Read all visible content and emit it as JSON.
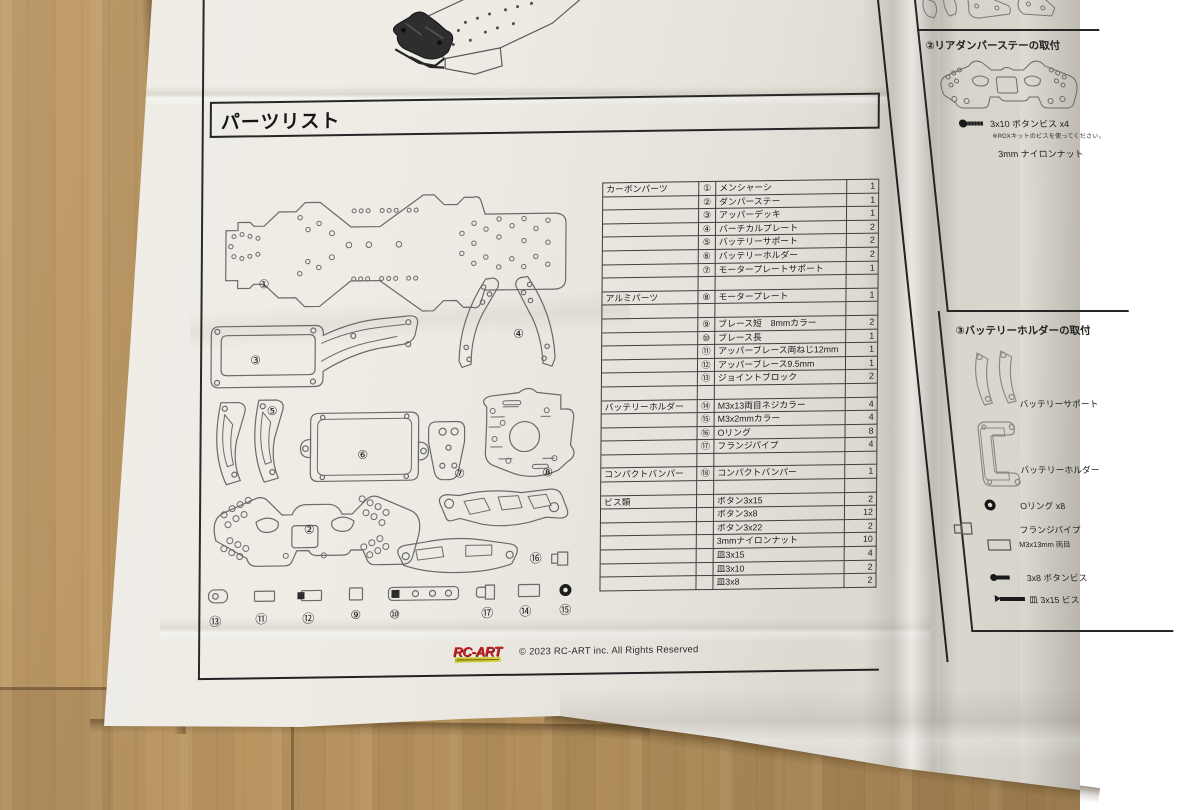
{
  "page": {
    "section_title": "パーツリスト",
    "logo_text": "RC-ART",
    "copyright": "© 2023 RC-ART inc. All Rights Reserved"
  },
  "parts_table": {
    "rows": [
      {
        "cat": "カーボンパーツ",
        "num": "①",
        "name": "メンシャーシ",
        "qty": "1"
      },
      {
        "cat": "",
        "num": "②",
        "name": "ダンパーステー",
        "qty": "1"
      },
      {
        "cat": "",
        "num": "③",
        "name": "アッパーデッキ",
        "qty": "1"
      },
      {
        "cat": "",
        "num": "④",
        "name": "バーチカルプレート",
        "qty": "2"
      },
      {
        "cat": "",
        "num": "⑤",
        "name": "バッテリーサポート",
        "qty": "2"
      },
      {
        "cat": "",
        "num": "⑥",
        "name": "バッテリーホルダー",
        "qty": "2"
      },
      {
        "cat": "",
        "num": "⑦",
        "name": "モータープレートサポート",
        "qty": "1"
      },
      {
        "cat": "",
        "num": "",
        "name": "",
        "qty": ""
      },
      {
        "cat": "アルミパーツ",
        "num": "⑧",
        "name": "モータープレート",
        "qty": "1"
      },
      {
        "cat": "",
        "num": "",
        "name": "",
        "qty": ""
      },
      {
        "cat": "",
        "num": "⑨",
        "name": "ブレース短　8mmカラー",
        "qty": "2"
      },
      {
        "cat": "",
        "num": "⑩",
        "name": "ブレース長",
        "qty": "1"
      },
      {
        "cat": "",
        "num": "⑪",
        "name": "アッパーブレース両ねじ12mm",
        "qty": "1"
      },
      {
        "cat": "",
        "num": "⑫",
        "name": "アッパーブレース9.5mm",
        "qty": "1"
      },
      {
        "cat": "",
        "num": "⑬",
        "name": "ジョイントブロック",
        "qty": "2"
      },
      {
        "cat": "",
        "num": "",
        "name": "",
        "qty": ""
      },
      {
        "cat": "バッテリーホルダー",
        "num": "⑭",
        "name": "M3x13両目ネジカラー",
        "qty": "4"
      },
      {
        "cat": "",
        "num": "⑮",
        "name": "M3x2mmカラー",
        "qty": "4"
      },
      {
        "cat": "",
        "num": "⑯",
        "name": "Oリング",
        "qty": "8"
      },
      {
        "cat": "",
        "num": "⑰",
        "name": "フランジパイプ",
        "qty": "4"
      },
      {
        "cat": "",
        "num": "",
        "name": "",
        "qty": ""
      },
      {
        "cat": "コンパクトバンパー",
        "num": "⑱",
        "name": "コンパクトバンパー",
        "qty": "1"
      },
      {
        "cat": "",
        "num": "",
        "name": "",
        "qty": ""
      },
      {
        "cat": "ビス類",
        "num": "",
        "name": "ボタン3x15",
        "qty": "2"
      },
      {
        "cat": "",
        "num": "",
        "name": "ボタン3x8",
        "qty": "12"
      },
      {
        "cat": "",
        "num": "",
        "name": "ボタン3x22",
        "qty": "2"
      },
      {
        "cat": "",
        "num": "",
        "name": "3mmナイロンナット",
        "qty": "10"
      },
      {
        "cat": "",
        "num": "",
        "name": "皿3x15",
        "qty": "4"
      },
      {
        "cat": "",
        "num": "",
        "name": "皿3x10",
        "qty": "2"
      },
      {
        "cat": "",
        "num": "",
        "name": "皿3x8",
        "qty": "2"
      }
    ]
  },
  "diagram": {
    "labels": {
      "1": "①",
      "2": "②",
      "3": "③",
      "4": "④",
      "5": "⑤",
      "6": "⑥",
      "7": "⑦",
      "8": "⑧",
      "9": "⑨",
      "10": "⑩",
      "11": "⑪",
      "12": "⑫",
      "13": "⑬",
      "14": "⑭",
      "15": "⑮",
      "16": "⑯",
      "17": "⑰"
    }
  },
  "right_column": {
    "box2": {
      "title": "②リアダンパーステーの取付",
      "screw_label": "3x10 ボタンビス x4",
      "screw_note": "※RDXキットのビスを使ってください。",
      "nut_label": "3mm ナイロンナット"
    },
    "box3": {
      "title": "③バッテリーホルダーの取付",
      "labels": [
        "バッテリーサポート",
        "バッテリーホルダー",
        "Oリング  x8",
        "フランジパイプ",
        "M3x13mm 両目",
        "3x8 ボタンビス",
        "皿 3x15 ビス"
      ]
    }
  }
}
